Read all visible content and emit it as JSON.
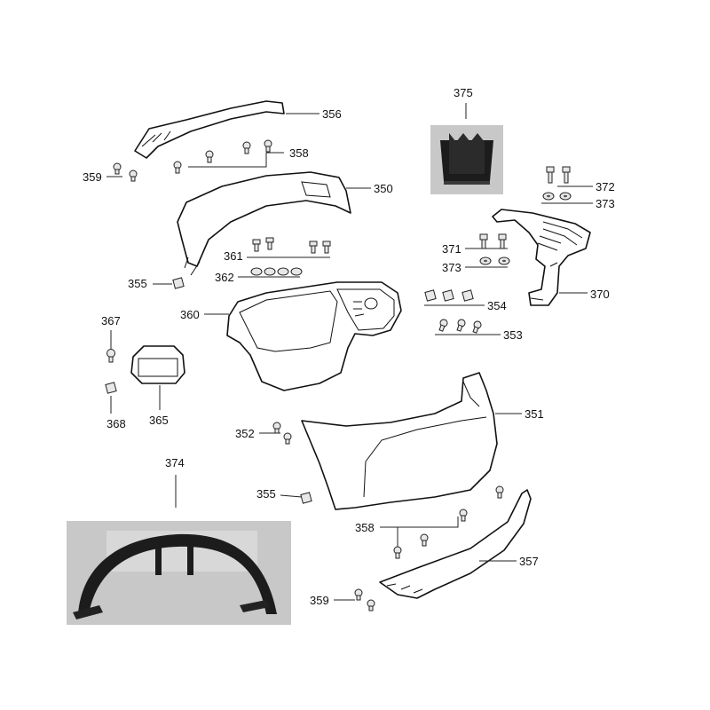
{
  "colors": {
    "ink": "#111111",
    "photo_dark": "#1c1c1c",
    "photo_background": "#c8c8c8"
  },
  "callouts": {
    "c356": "356",
    "c358a": "358",
    "c359a": "359",
    "c350": "350",
    "c375": "375",
    "c372": "372",
    "c373a": "373",
    "c371": "371",
    "c373b": "373",
    "c370": "370",
    "c361": "361",
    "c362": "362",
    "c355a": "355",
    "c360": "360",
    "c354": "354",
    "c353": "353",
    "c367": "367",
    "c368": "368",
    "c365": "365",
    "c351": "351",
    "c352": "352",
    "c374": "374",
    "c355b": "355",
    "c358b": "358",
    "c357": "357",
    "c359b": "359"
  }
}
